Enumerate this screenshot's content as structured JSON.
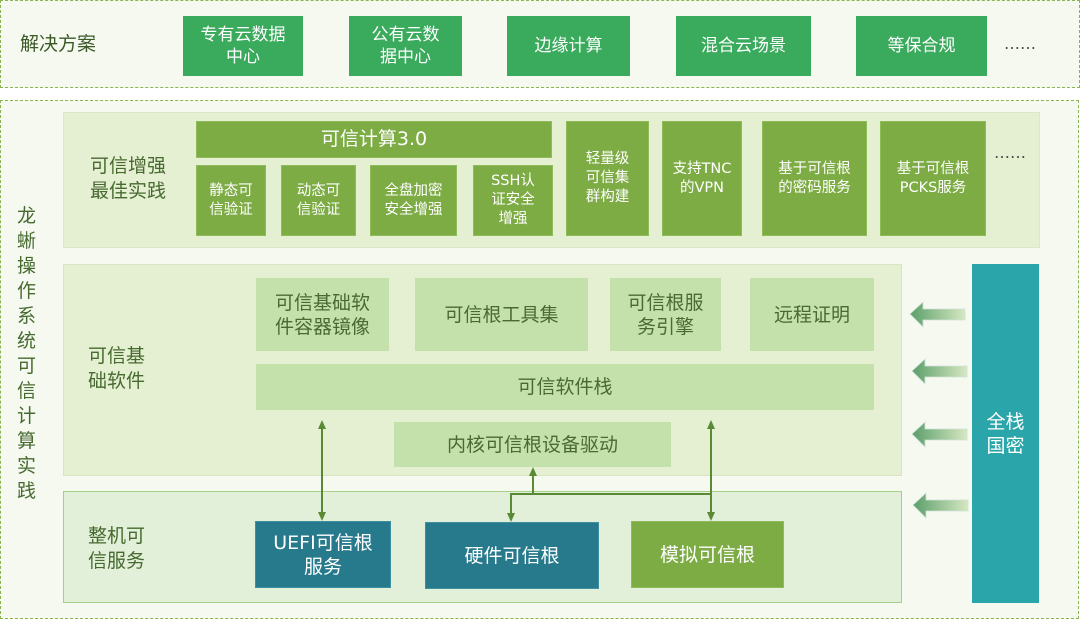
{
  "solutions": {
    "label": "解决方案",
    "items": [
      "专有云数据\n中心",
      "公有云数\n据中心",
      "边缘计算",
      "混合云场景",
      "等保合规"
    ],
    "more": "……"
  },
  "main": {
    "vertical_title": "龙蜥操作系统可信计算实践"
  },
  "enhanced": {
    "label": "可信增强\n最佳实践",
    "tc30": {
      "title": "可信计算3.0",
      "items": [
        "静态可\n信验证",
        "动态可\n信验证",
        "全盘加密\n安全增强",
        "SSH认\n证安全\n增强"
      ]
    },
    "items": [
      "轻量级\n可信集\n群构建",
      "支持TNC\n的VPN",
      "基于可信根\n的密码服务",
      "基于可信根\nPCKS服务"
    ],
    "more": "……"
  },
  "base_software": {
    "label": "可信基\n础软件",
    "top_items": [
      "可信基础软\n件容器镜像",
      "可信根工具集",
      "可信根服\n务引擎",
      "远程证明"
    ],
    "stack": "可信软件栈",
    "driver": "内核可信根设备驱动"
  },
  "machine": {
    "label": "整机可\n信服务",
    "uefi": "UEFI可信根\n服务",
    "hardware": "硬件可信根",
    "simulated": "模拟可信根"
  },
  "gm": {
    "label": "全栈\n国密"
  },
  "colors": {
    "solution_green": "#3aaa5c",
    "leaf_green": "#7dac45",
    "pale_green": "#c4e0ab",
    "teal_dark": "#277a8c",
    "teal_light": "#2aa5aa",
    "connector": "#5a8a35"
  }
}
